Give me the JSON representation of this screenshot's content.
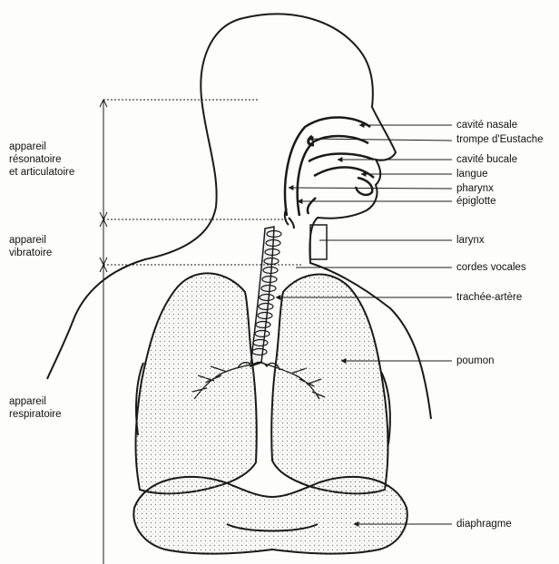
{
  "groups": [
    {
      "id": "resonateur",
      "lines": [
        "appareil",
        "résonatoire",
        "et articulatoire"
      ]
    },
    {
      "id": "vibratoire",
      "lines": [
        "appareil",
        "vibratoire"
      ]
    },
    {
      "id": "respiratoire",
      "lines": [
        "appareil",
        "respiratoire"
      ]
    }
  ],
  "labels": [
    {
      "id": "cavite-nasale",
      "text": "cavité nasale"
    },
    {
      "id": "trompe-eustache",
      "text": "trompe d'Eustache"
    },
    {
      "id": "cavite-bucale",
      "text": "cavité bucale"
    },
    {
      "id": "langue",
      "text": "langue"
    },
    {
      "id": "pharynx",
      "text": "pharynx"
    },
    {
      "id": "epiglotte",
      "text": "épiglotte"
    },
    {
      "id": "larynx",
      "text": "larynx"
    },
    {
      "id": "cordes-vocales",
      "text": "cordes vocales"
    },
    {
      "id": "trachee-artere",
      "text": "trachée-artère"
    },
    {
      "id": "poumon",
      "text": "poumon"
    },
    {
      "id": "diaphragme",
      "text": "diaphragme"
    }
  ],
  "colors": {
    "ink": "#1a1a1a",
    "stipple": "#8a8a8a",
    "paper": "#fdfdfb"
  }
}
